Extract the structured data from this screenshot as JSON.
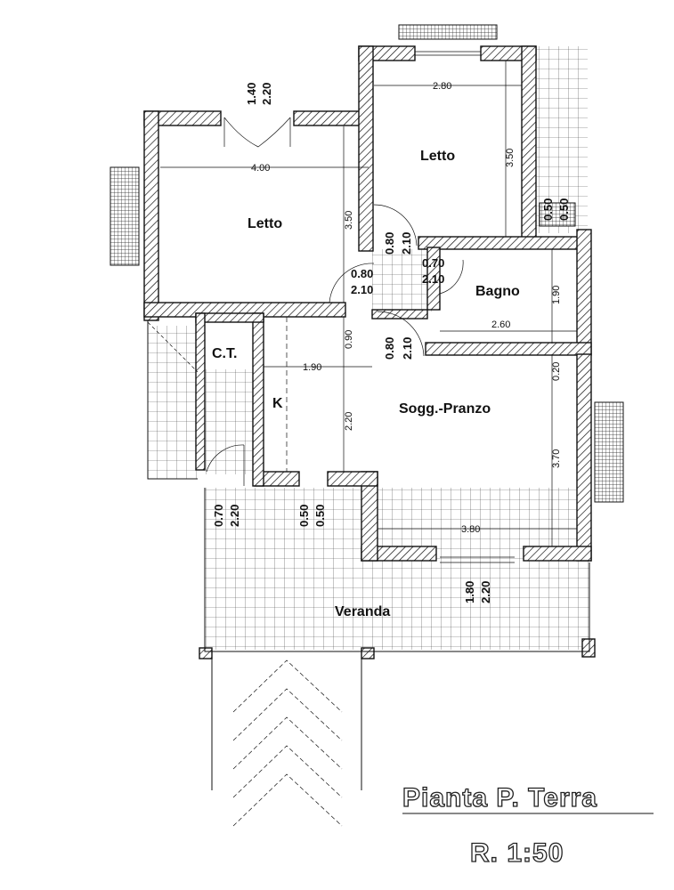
{
  "rooms": {
    "letto_big": "Letto",
    "letto_small": "Letto",
    "bagno": "Bagno",
    "ct": "C.T.",
    "k": "K",
    "soggiorno": "Sogg.-Pranzo",
    "veranda": "Veranda"
  },
  "dims": {
    "letto_big_w": "4.00",
    "letto_big_h": "3.50",
    "letto_small_w": "2.80",
    "letto_small_h": "3.50",
    "bagno_w": "2.60",
    "bagno_h": "1.90",
    "sogg_w": "3.80",
    "sogg_h": "3.70",
    "gap": "0.20",
    "corr_h": "0.90",
    "corr_w": "1.90",
    "k_h": "2.20"
  },
  "doors": {
    "top_a": "1.40",
    "top_b": "2.20",
    "d1_a": "0.80",
    "d1_b": "2.10",
    "d2_a": "0.80",
    "d2_b": "2.10",
    "d3_a": "0.70",
    "d3_b": "2.10",
    "d4_a": "0.80",
    "d4_b": "2.10",
    "win_a": "0.50",
    "win_b": "0.50",
    "ct_a": "0.70",
    "ct_b": "2.20",
    "k_a": "0.50",
    "k_b": "0.50",
    "ver_a": "1.80",
    "ver_b": "2.20"
  },
  "title": "Pianta P. Terra",
  "scale": "R. 1:50"
}
